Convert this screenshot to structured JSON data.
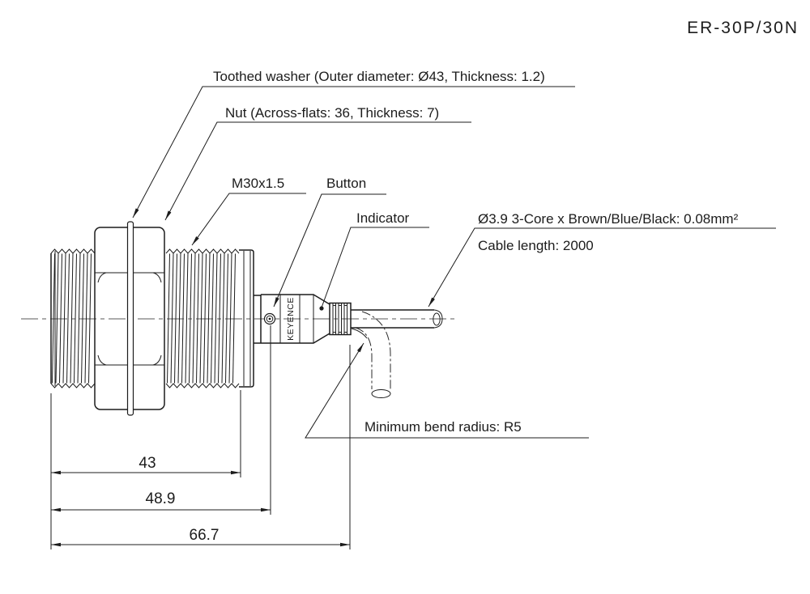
{
  "title": "ER-30P/30N",
  "brand": "KEYENCE",
  "callouts": {
    "toothed_washer": "Toothed washer (Outer diameter: Ø43, Thickness: 1.2)",
    "nut": "Nut (Across-flats: 36, Thickness: 7)",
    "thread_spec": "M30x1.5",
    "button": "Button",
    "indicator": "Indicator",
    "cable_spec": "Ø3.9 3-Core x Brown/Blue/Black: 0.08mm²",
    "cable_length": "Cable length: 2000",
    "bend_radius": "Minimum bend radius: R5"
  },
  "dimensions": {
    "thread_length": "43",
    "body_length": "48.9",
    "overall_length": "66.7"
  },
  "colors": {
    "line": "#1c1c1c",
    "centerline": "#7b7b7b",
    "background": "#ffffff"
  }
}
